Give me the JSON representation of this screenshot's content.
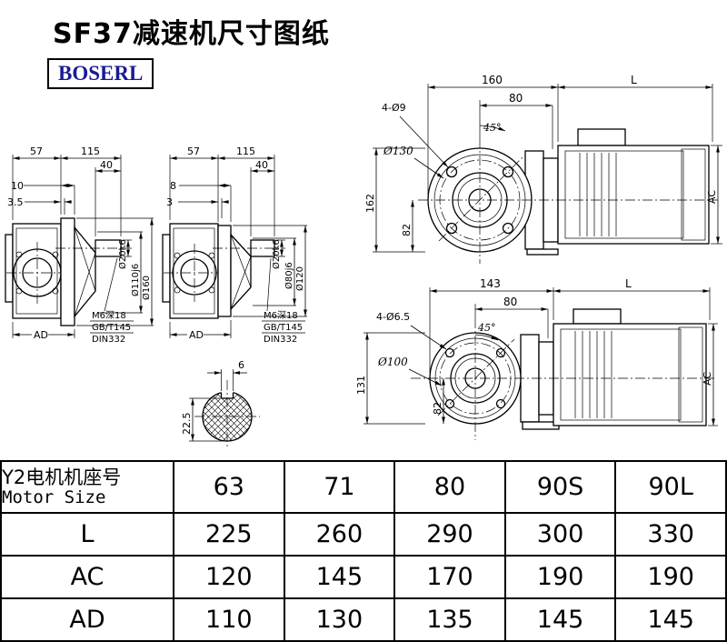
{
  "page": {
    "title": "SF37减速机尺寸图纸",
    "brand": "BOSERL"
  },
  "view1": {
    "d57": "57",
    "d115": "115",
    "d40": "40",
    "d10": "10",
    "d3_5": "3.5",
    "shaft": "Ø20k6",
    "spigot": "Ø110j6",
    "flange": "Ø160",
    "ad": "AD",
    "note1": "M6深18",
    "note2": "GB/T145",
    "note3": "DIN332"
  },
  "view2": {
    "d57": "57",
    "d115": "115",
    "d40": "40",
    "d8": "8",
    "d3": "3",
    "shaft": "Ø20k6",
    "spigot": "Ø80j6",
    "flange": "Ø120",
    "ad": "AD",
    "note1": "M6深18",
    "note2": "GB/T145",
    "note3": "DIN332"
  },
  "view3": {
    "d160": "160",
    "L": "L",
    "d80": "80",
    "holes": "4-Ø9",
    "angle": "45°",
    "bolt_circle": "Ø130",
    "d162": "162",
    "d82": "82",
    "ac": "AC"
  },
  "view4": {
    "d143": "143",
    "L": "L",
    "d80": "80",
    "holes": "4-Ø6.5",
    "angle": "45°",
    "bolt_circle": "Ø100",
    "d131": "131",
    "d82": "82",
    "ac": "AC"
  },
  "view5": {
    "d6": "6",
    "d22_5": "22.5"
  },
  "table": {
    "header_cn": "Y2电机机座号",
    "header_en": "Motor Size",
    "columns": [
      "63",
      "71",
      "80",
      "90S",
      "90L"
    ],
    "rows": [
      {
        "label": "L",
        "values": [
          "225",
          "260",
          "290",
          "300",
          "330"
        ]
      },
      {
        "label": "AC",
        "values": [
          "120",
          "145",
          "170",
          "190",
          "190"
        ]
      },
      {
        "label": "AD",
        "values": [
          "110",
          "130",
          "135",
          "145",
          "145"
        ]
      }
    ]
  }
}
